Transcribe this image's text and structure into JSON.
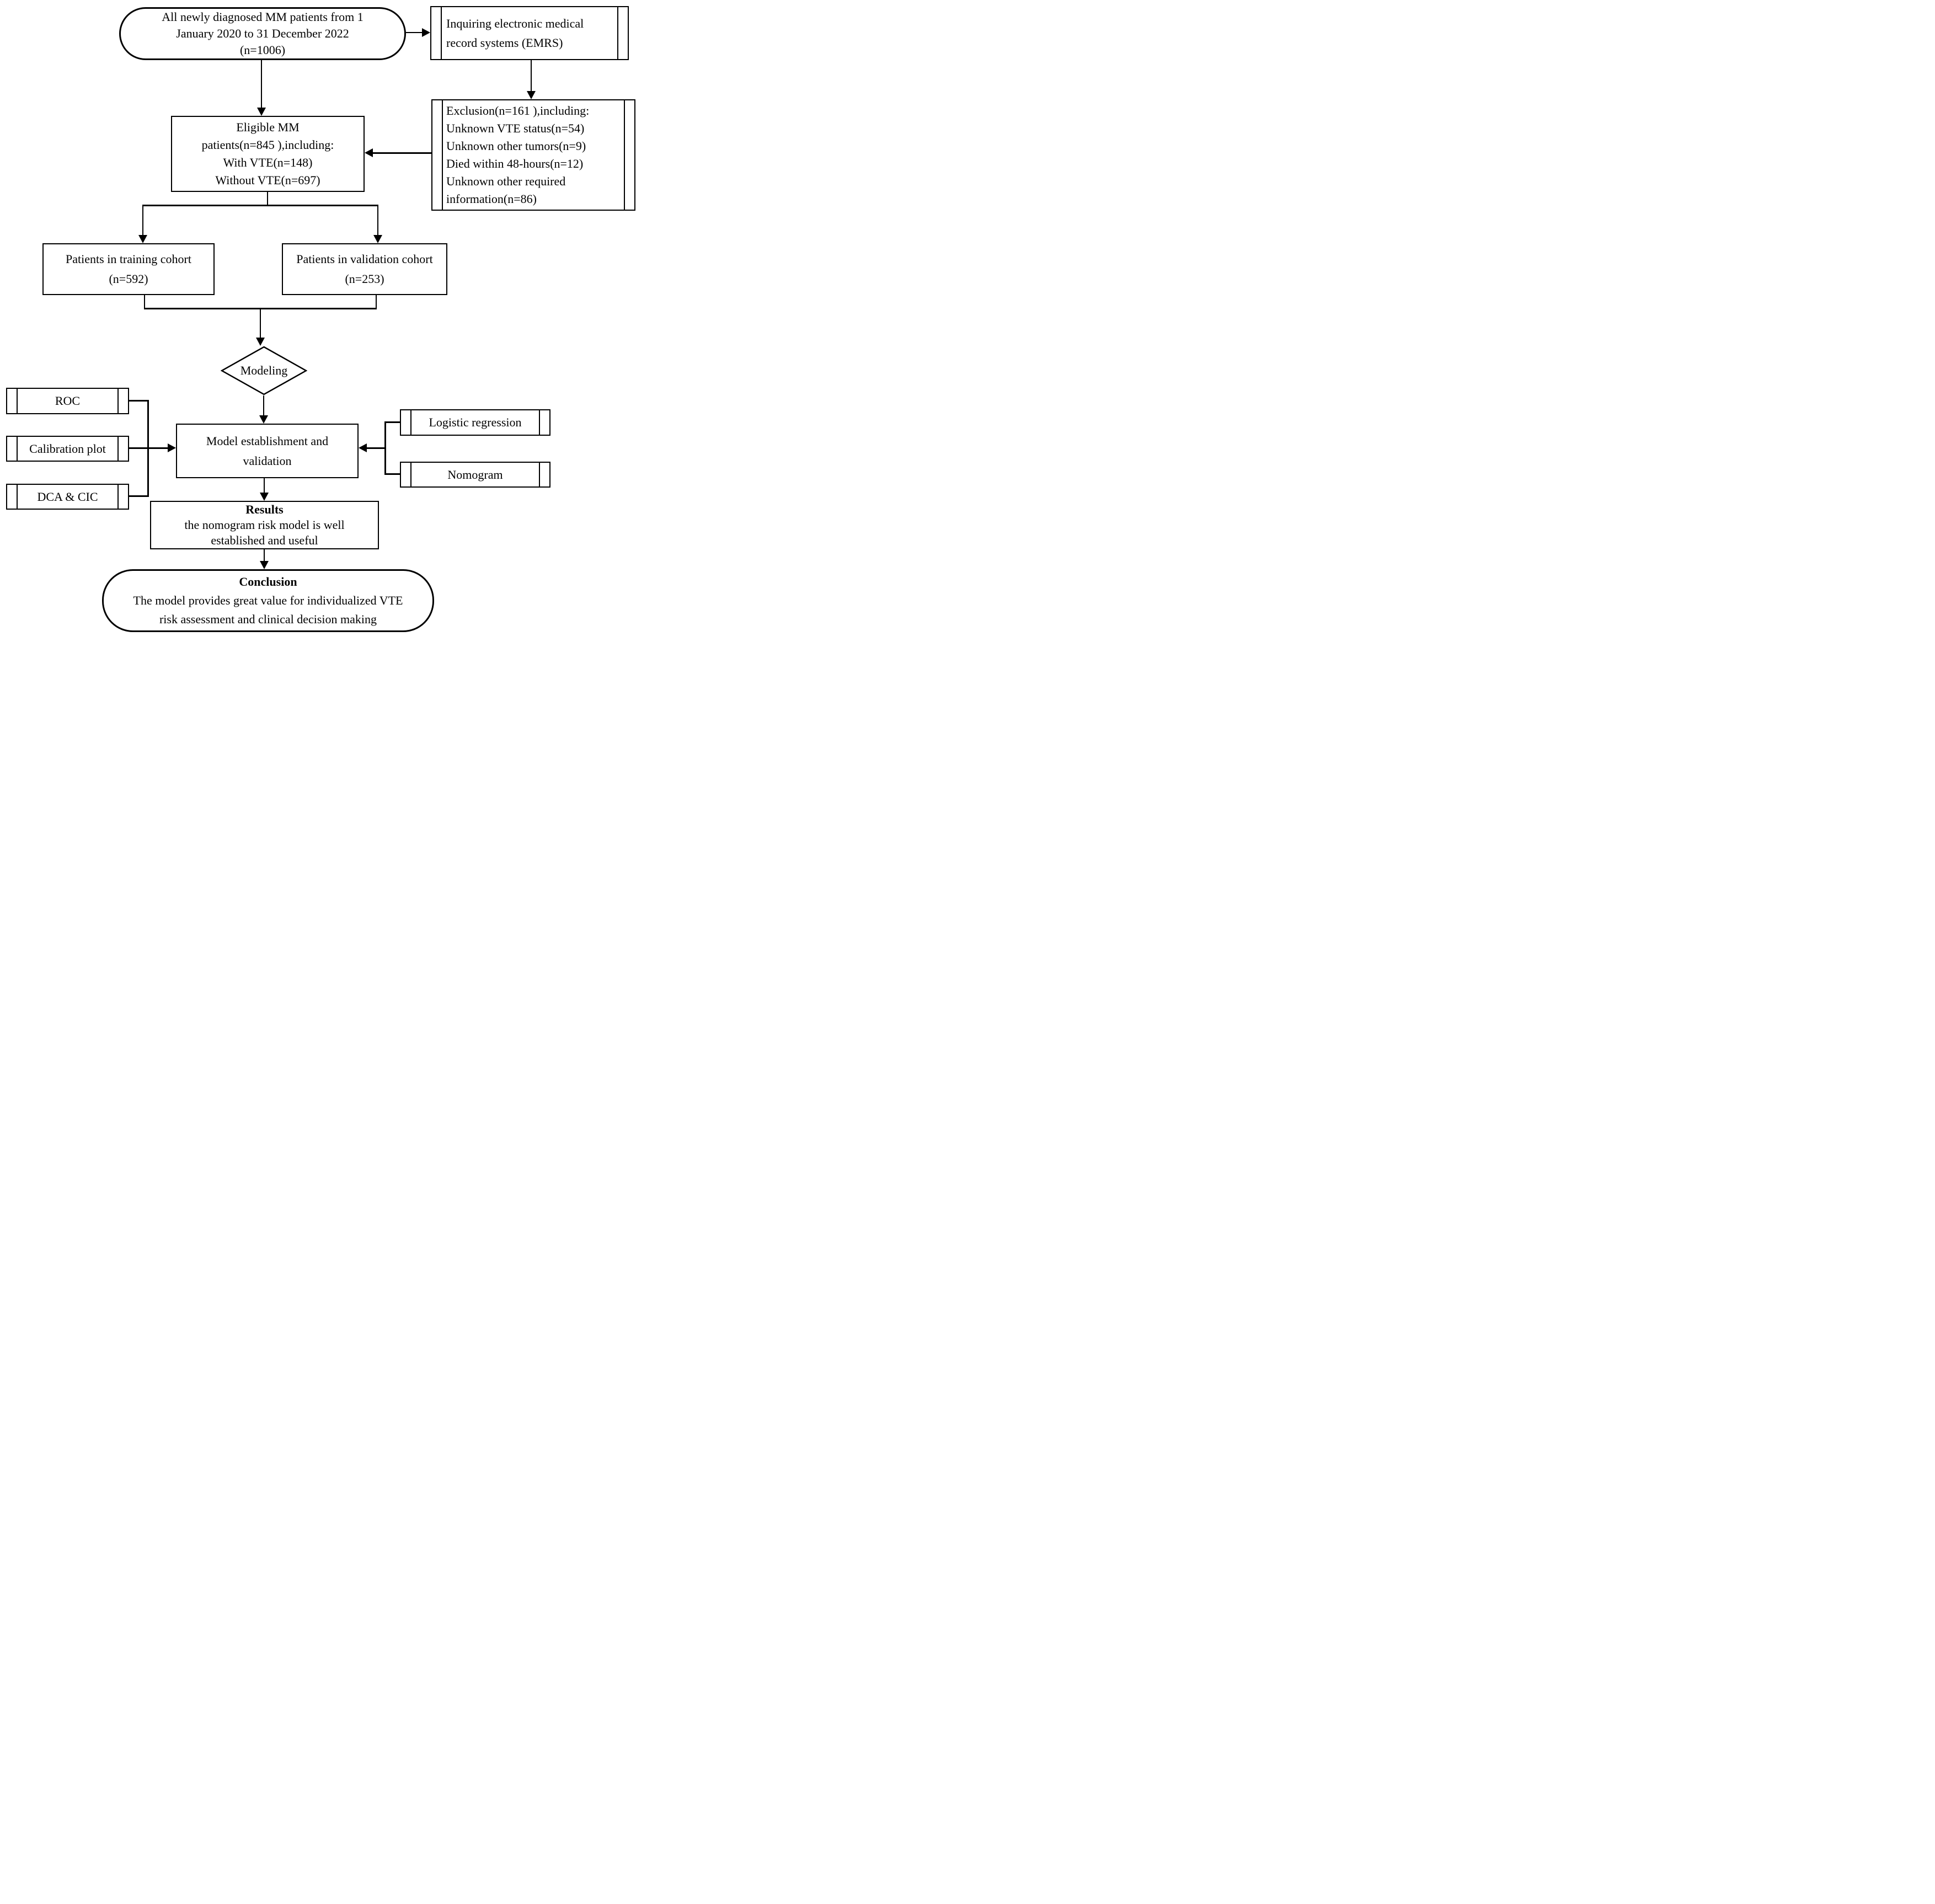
{
  "diagram": {
    "colors": {
      "line": "#000000",
      "text": "#000000",
      "background": "#ffffff"
    },
    "nodes": {
      "start": {
        "shape": "stadium",
        "lines": [
          "All newly diagnosed MM patients from 1",
          "January 2020 to 31 December 2022",
          "(n=1006)"
        ]
      },
      "emrs": {
        "shape": "predefined-process",
        "lines": [
          "Inquiring electronic medical",
          "record systems (EMRS)"
        ]
      },
      "exclusion": {
        "shape": "predefined-process",
        "lines": [
          "Exclusion(n=161 ),including:",
          "Unknown VTE status(n=54)",
          "Unknown other tumors(n=9)",
          "Died within 48-hours(n=12)",
          "Unknown other required",
          "information(n=86)"
        ]
      },
      "eligible": {
        "shape": "rectangle",
        "lines": [
          "Eligible MM",
          "patients(n=845 ),including:",
          "With VTE(n=148)",
          "Without VTE(n=697)"
        ]
      },
      "training": {
        "shape": "rectangle",
        "lines": [
          "Patients in training cohort",
          "(n=592)"
        ]
      },
      "validation": {
        "shape": "rectangle",
        "lines": [
          "Patients in validation cohort",
          "(n=253)"
        ]
      },
      "modeling": {
        "shape": "diamond",
        "label": "Modeling"
      },
      "model_establishment": {
        "shape": "rectangle",
        "lines": [
          "Model establishment and",
          "validation"
        ]
      },
      "roc": {
        "shape": "predefined-process",
        "label": "ROC"
      },
      "calibration": {
        "shape": "predefined-process",
        "label": "Calibration plot"
      },
      "dca": {
        "shape": "predefined-process",
        "label": "DCA & CIC"
      },
      "logistic": {
        "shape": "predefined-process",
        "label": "Logistic regression"
      },
      "nomogram": {
        "shape": "predefined-process",
        "label": "Nomogram"
      },
      "results": {
        "shape": "rectangle",
        "title": "Results",
        "lines": [
          "the nomogram risk model is well",
          "established and useful"
        ]
      },
      "conclusion": {
        "shape": "stadium",
        "title": "Conclusion",
        "lines": [
          "The model provides great value for individualized VTE",
          "risk assessment and clinical decision making"
        ]
      }
    }
  }
}
